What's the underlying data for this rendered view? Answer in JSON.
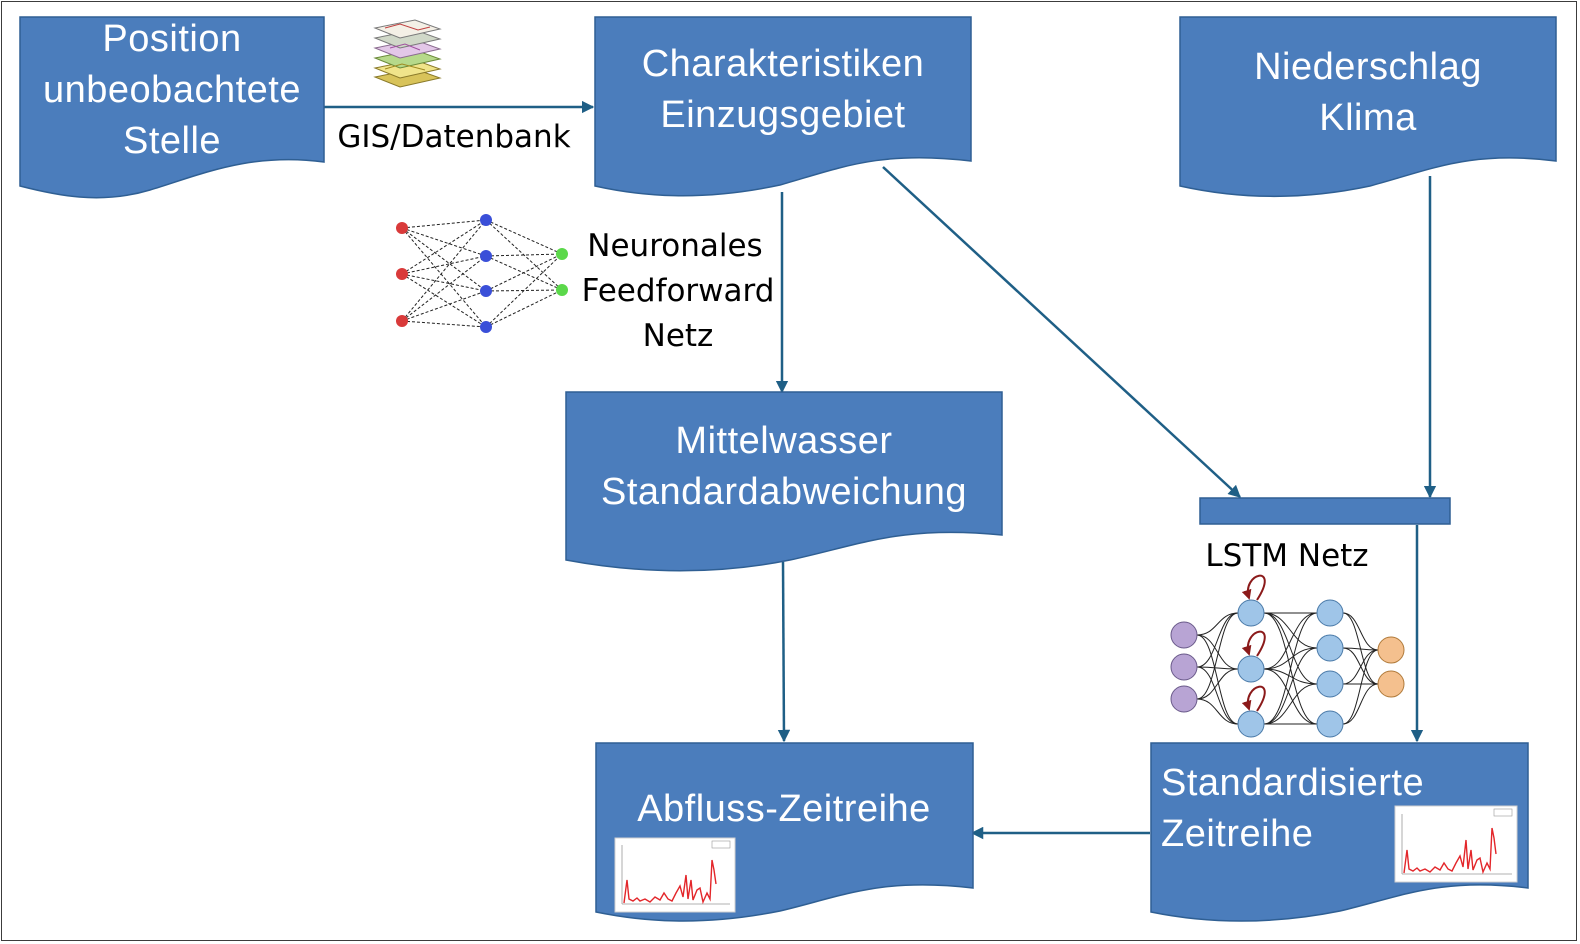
{
  "boxes": {
    "position": [
      "Position",
      "unbeobachtete",
      "Stelle"
    ],
    "charakteristiken": [
      "Charakteristiken",
      "Einzugsgebiet"
    ],
    "niederschlag": [
      "Niederschlag",
      "Klima"
    ],
    "mittelwasser": [
      "Mittelwasser",
      "Standardabweichung"
    ],
    "abfluss": [
      "Abfluss-Zeitreihe"
    ],
    "standardisierte": [
      "Standardisierte",
      "Zeitreihe"
    ]
  },
  "labels": {
    "gis": "GIS/Datenbank",
    "ffnn": [
      "Neuronales",
      "Feedforward",
      "Netz"
    ],
    "lstm": "LSTM Netz"
  },
  "icons": {
    "gis": "gis-layers-icon",
    "ffnn": "feedforward-network-icon",
    "lstm": "lstm-network-icon",
    "chart": "hydrograph-chart-icon"
  },
  "colors": {
    "box_fill": "#4b7dbc",
    "box_border": "#2f5f93",
    "arrow": "#1f5f86",
    "hydrograph_line": "#e3262a",
    "ffnn_input": "#d93a3a",
    "ffnn_hidden": "#3a4fd8",
    "ffnn_output": "#5bd84a",
    "lstm_input": "#b8a4d4",
    "lstm_hidden": "#9fc5e8",
    "lstm_output": "#f4c08e",
    "lstm_recurrent": "#8b1a1a"
  }
}
